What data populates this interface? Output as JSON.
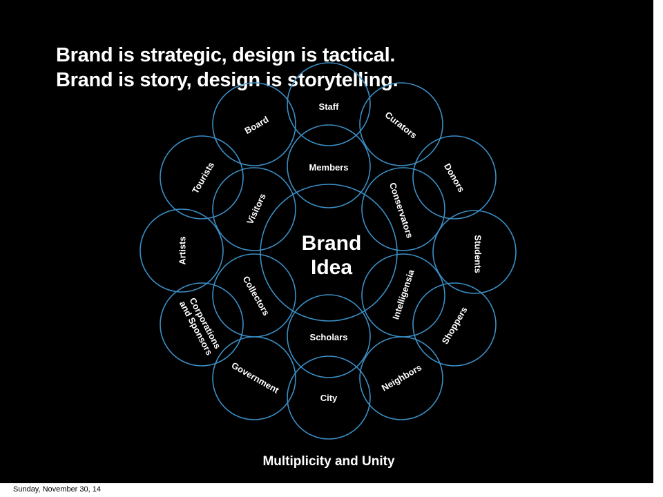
{
  "slide": {
    "heading_line1": "Brand is strategic, design is tactical.",
    "heading_line2": "Brand is story, design is storytelling.",
    "center_label_line1": "Brand",
    "center_label_line2": "Idea",
    "caption": "Multiplicity and Unity",
    "footer_date": "Sunday, November 30, 14",
    "colors": {
      "background": "#000000",
      "circle_stroke": "#3b8fc6",
      "text": "#ffffff"
    }
  },
  "diagram": {
    "center": "Brand Idea",
    "inner_ring": [
      "Members",
      "Conservators",
      "Intelligensia",
      "Scholars",
      "Collectors",
      "Visitors"
    ],
    "outer_ring": [
      "Staff",
      "Curators",
      "Donors",
      "Students",
      "Shoppers",
      "Neighbors",
      "City",
      "Government",
      "Corporations and Sponsors",
      "Artists",
      "Tourists",
      "Board"
    ]
  }
}
